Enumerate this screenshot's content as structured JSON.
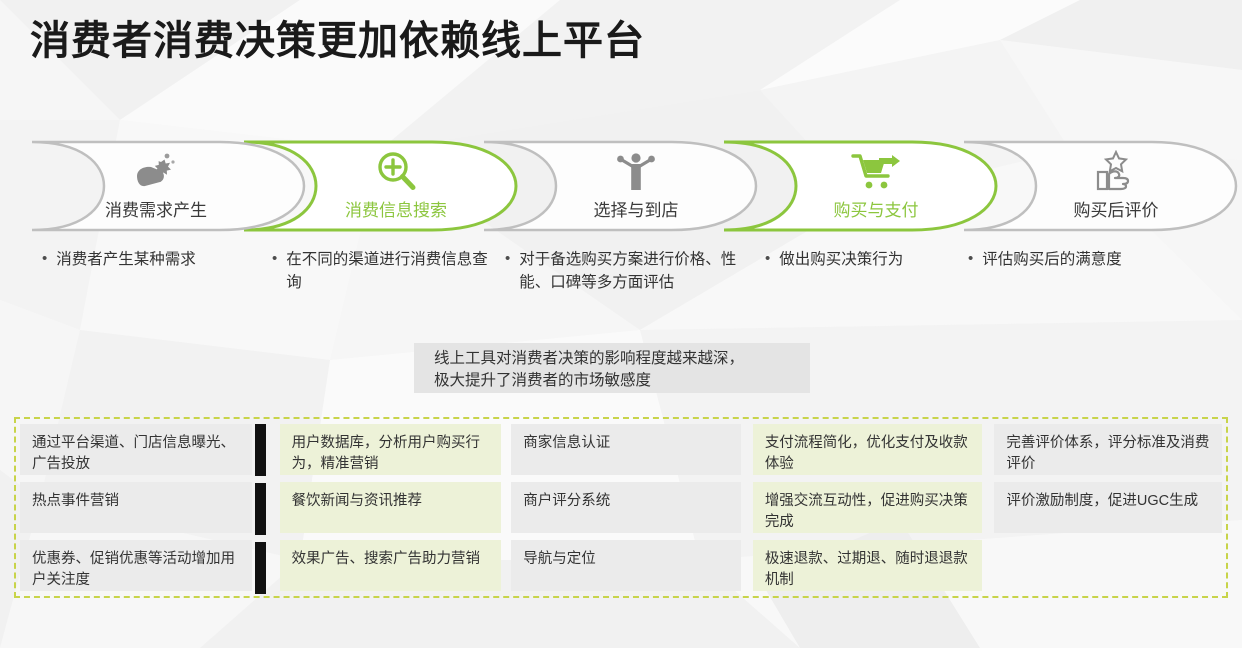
{
  "slide": {
    "title": "消费者消费决策更加依赖线上平台"
  },
  "colors": {
    "accent_green": "#8cc63e",
    "dashed_border": "#c8d44a",
    "cell_gray": "#ebebeb",
    "cell_green": "#edf2d8",
    "banner_gray": "#e4e4e4",
    "accent_bar_black": "#111111",
    "icon_gray": "#8c8c8c",
    "text_dark": "#333333",
    "background": "#f7f7f7"
  },
  "process": {
    "steps": [
      {
        "label": "消费需求产生",
        "icon": "idea-spark-icon",
        "highlighted": false
      },
      {
        "label": "消费信息搜索",
        "icon": "search-plus-icon",
        "highlighted": true
      },
      {
        "label": "选择与到店",
        "icon": "person-choice-icon",
        "highlighted": false
      },
      {
        "label": "购买与支付",
        "icon": "shopping-cart-icon",
        "highlighted": true
      },
      {
        "label": "购买后评价",
        "icon": "hand-star-rating-icon",
        "highlighted": false
      }
    ]
  },
  "bullets": {
    "marker": "•",
    "items": [
      {
        "text": "消费者产生某种需求"
      },
      {
        "text": "在不同的渠道进行消费信息查询"
      },
      {
        "text": "对于备选购买方案进行价格、性能、口碑等多方面评估"
      },
      {
        "text": "做出购买决策行为"
      },
      {
        "text": "评估购买后的满意度"
      }
    ]
  },
  "highlight": {
    "line1": "线上工具对消费者决策的影响程度越来越深，",
    "line2": "极大提升了消费者的市场敏感度"
  },
  "matrix": {
    "columns": [
      {
        "style": "gray",
        "accent_bar": "right",
        "cells": [
          "通过平台渠道、门店信息曝光、广告投放",
          "热点事件营销",
          "优惠券、促销优惠等活动增加用户关注度"
        ]
      },
      {
        "style": "green",
        "accent_bar": "left",
        "cells": [
          "用户数据库，分析用户购买行为，精准营销",
          "餐饮新闻与资讯推荐",
          "效果广告、搜索广告助力营销"
        ]
      },
      {
        "style": "gray",
        "accent_bar": "none",
        "cells": [
          "商家信息认证",
          "商户评分系统",
          "导航与定位"
        ]
      },
      {
        "style": "green",
        "accent_bar": "none",
        "cells": [
          "支付流程简化，优化支付及收款体验",
          "增强交流互动性，促进购买决策完成",
          "极速退款、过期退、随时退退款机制"
        ]
      },
      {
        "style": "gray",
        "accent_bar": "none",
        "cells": [
          "完善评价体系，评分标准及消费评价",
          "评价激励制度，促进UGC生成",
          ""
        ]
      }
    ]
  }
}
